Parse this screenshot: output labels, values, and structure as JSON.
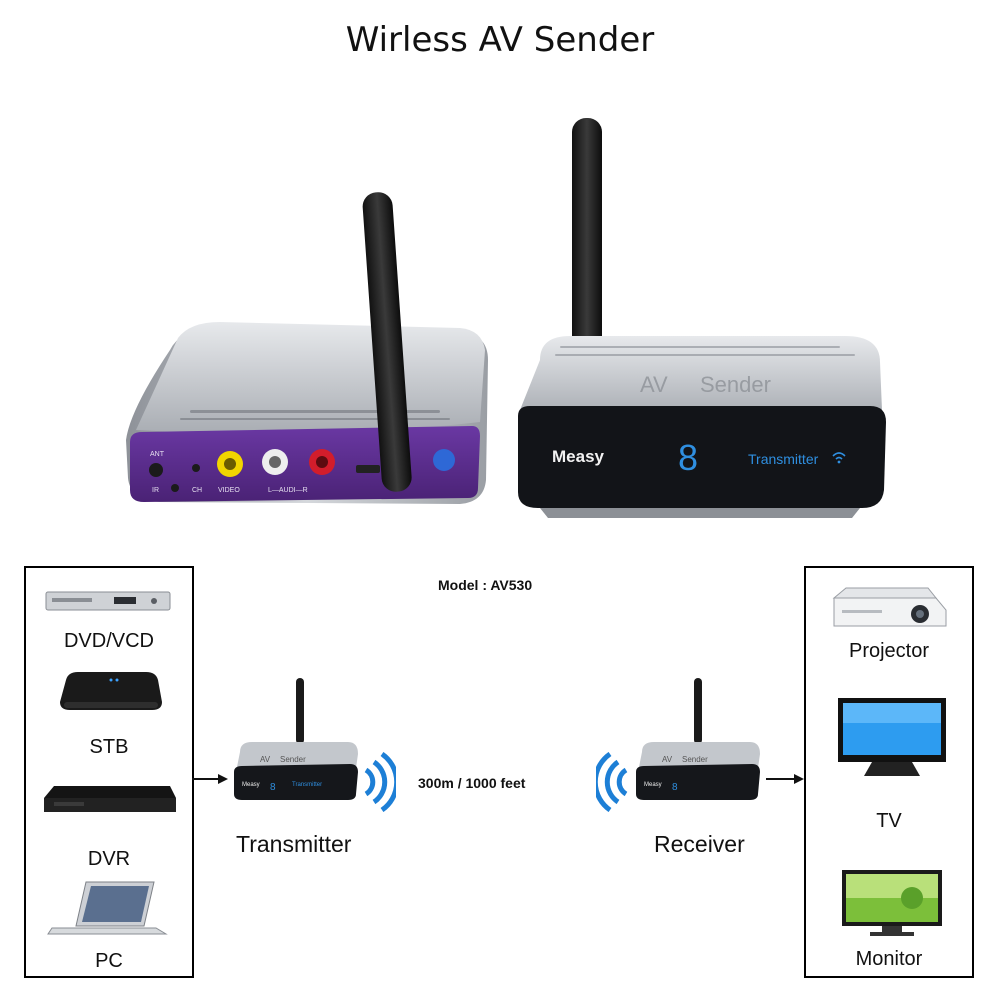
{
  "title": "Wirless AV Sender",
  "hero": {
    "brand": "Measy",
    "front_text": "AV Sender",
    "transmitter_label": "Transmitter",
    "display_digit": "8",
    "back_ports": {
      "ant": "ANT",
      "ir": "IR",
      "ch": "CH",
      "video": "VIDEO",
      "audio": "L—AUDI—R"
    }
  },
  "model": "Model : AV530",
  "distance": "300m / 1000 feet",
  "sources": {
    "items": [
      {
        "label": "DVD/VCD",
        "icon": "dvd-player-icon"
      },
      {
        "label": "STB",
        "icon": "set-top-box-icon"
      },
      {
        "label": "DVR",
        "icon": "dvr-icon"
      },
      {
        "label": "PC",
        "icon": "laptop-icon"
      }
    ]
  },
  "outputs": {
    "items": [
      {
        "label": "Projector",
        "icon": "projector-icon"
      },
      {
        "label": "TV",
        "icon": "tv-icon"
      },
      {
        "label": "Monitor",
        "icon": "monitor-icon"
      }
    ]
  },
  "transmitter": {
    "label": "Transmitter",
    "small_text": "AV Sender"
  },
  "receiver": {
    "label": "Receiver",
    "small_text": "AV Sender"
  },
  "colors": {
    "purple_panel": "#5b2d8c",
    "silver": "#c9ccd1",
    "black_front": "#111318",
    "blue_accent": "#2f8fe0",
    "wifi_blue": "#1d7fd6"
  }
}
